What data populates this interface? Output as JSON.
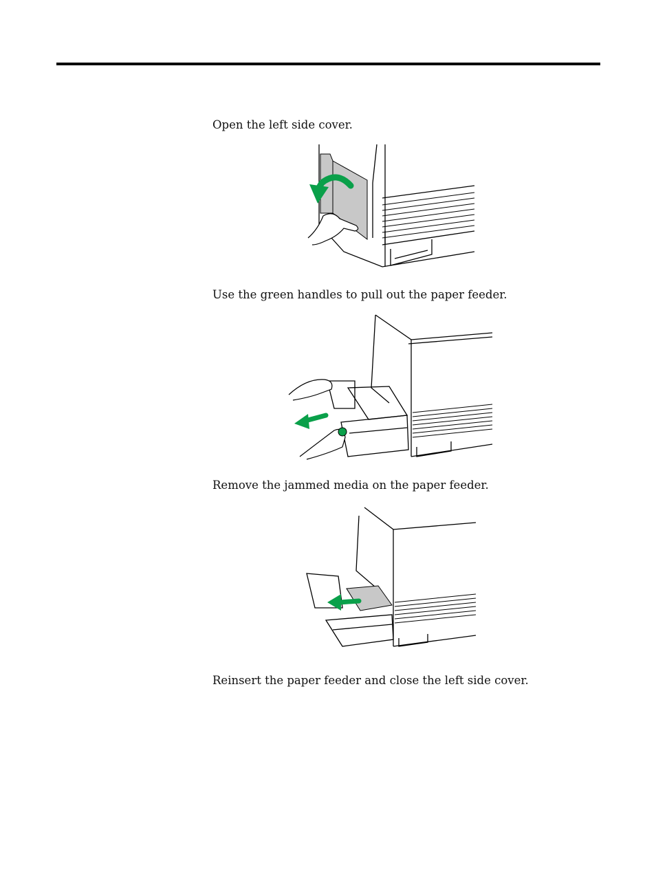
{
  "steps": [
    {
      "text": "Open the left side cover.",
      "figure_icon": "open-side-cover-illustration"
    },
    {
      "text": "Use the green handles to pull out the paper feeder.",
      "figure_icon": "pull-out-feeder-illustration"
    },
    {
      "text": "Remove the jammed media on the paper feeder.",
      "figure_icon": "remove-jammed-media-illustration"
    },
    {
      "text": "Reinsert the paper feeder and close the left side cover.",
      "figure_icon": null
    }
  ],
  "colors": {
    "accent_green": "#0aa04a",
    "rule": "#000000",
    "cover_gray": "#c8c8c8"
  }
}
